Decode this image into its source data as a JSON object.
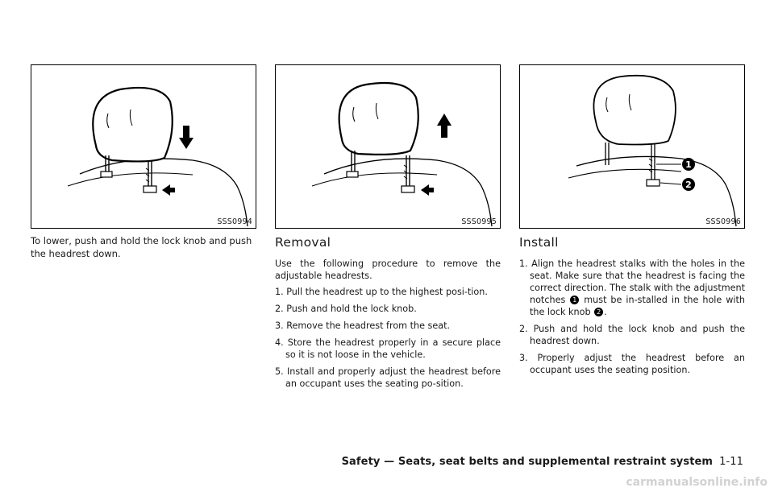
{
  "figures": [
    {
      "id": "SSS0994",
      "caption": "To lower, push and hold the lock knob and push the headrest down."
    },
    {
      "id": "SSS0995"
    },
    {
      "id": "SSS0996"
    }
  ],
  "removal": {
    "heading": "Removal",
    "intro": "Use the following procedure to remove the adjustable headrests.",
    "steps": [
      "1. Pull the headrest up to the highest posi-tion.",
      "2. Push and hold the lock knob.",
      "3. Remove the headrest from the seat.",
      "4. Store the headrest properly in a secure place so it is not loose in the vehicle.",
      "5. Install and properly adjust the headrest before an occupant uses the seating po-sition."
    ]
  },
  "install": {
    "heading": "Install",
    "step1": {
      "part_a": "1. Align the headrest stalks with the holes in the seat. Make sure that the headrest is facing the correct direction. The stalk with the adjustment notches",
      "marker1": "1",
      "part_b": "must be in-stalled in the hole with the lock knob",
      "marker2": "2",
      "part_c": "."
    },
    "steps": [
      "2. Push and hold the lock knob and push the headrest down.",
      "3. Properly adjust the headrest before an occupant uses the seating position."
    ],
    "callouts": [
      "1",
      "2"
    ]
  },
  "footer": {
    "section": "Safety — Seats, seat belts and supplemental restraint system",
    "page": "1-11"
  },
  "watermark": "carmanualsonline.info"
}
